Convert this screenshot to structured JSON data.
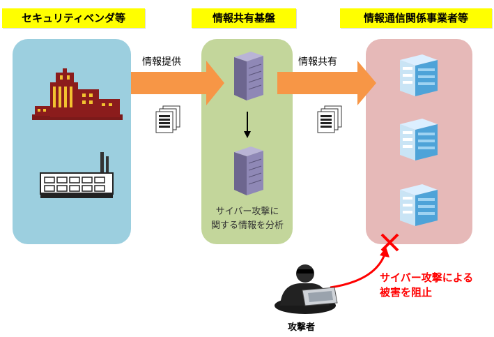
{
  "headers": {
    "vendors": "セキュリティベンダ等",
    "platform": "情報共有基盤",
    "operators": "情報通信関係事業者等"
  },
  "arrows": {
    "provide": "情報提供",
    "share": "情報共有"
  },
  "platform_caption": {
    "line1": "サイバー攻撃に",
    "line2": "関する情報を分析"
  },
  "outcome": {
    "line1": "サイバー攻撃による",
    "line2": "被害を阻止"
  },
  "attacker": "攻撃者",
  "colors": {
    "header_yellow": "#ffff00",
    "vendor_panel": "#9ccfdf",
    "platform_panel": "#c3d69b",
    "operator_panel": "#e6b9b8",
    "arrow_orange": "#f79646",
    "alert_red": "#ff0000"
  }
}
